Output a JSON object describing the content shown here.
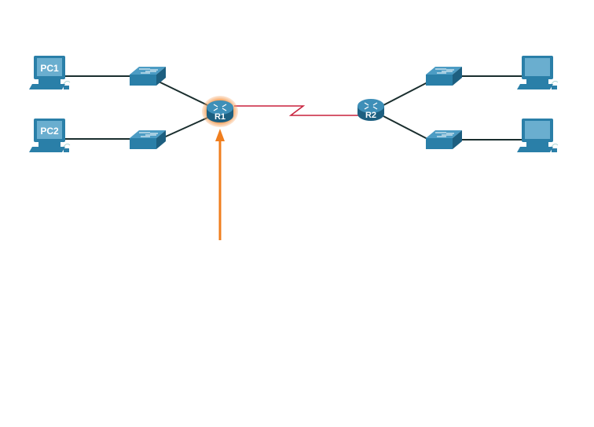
{
  "devices": {
    "pc1": {
      "label": "PC1"
    },
    "pc2": {
      "label": "PC2"
    },
    "r1": {
      "label": "R1",
      "highlighted": true
    },
    "r2": {
      "label": "R2"
    }
  },
  "colors": {
    "device": "#2a7fa8",
    "device_dark": "#1d5f80",
    "ethernet_link": "#1a2e2e",
    "serial_link": "#c8213c",
    "highlight": "#f07e1e"
  }
}
